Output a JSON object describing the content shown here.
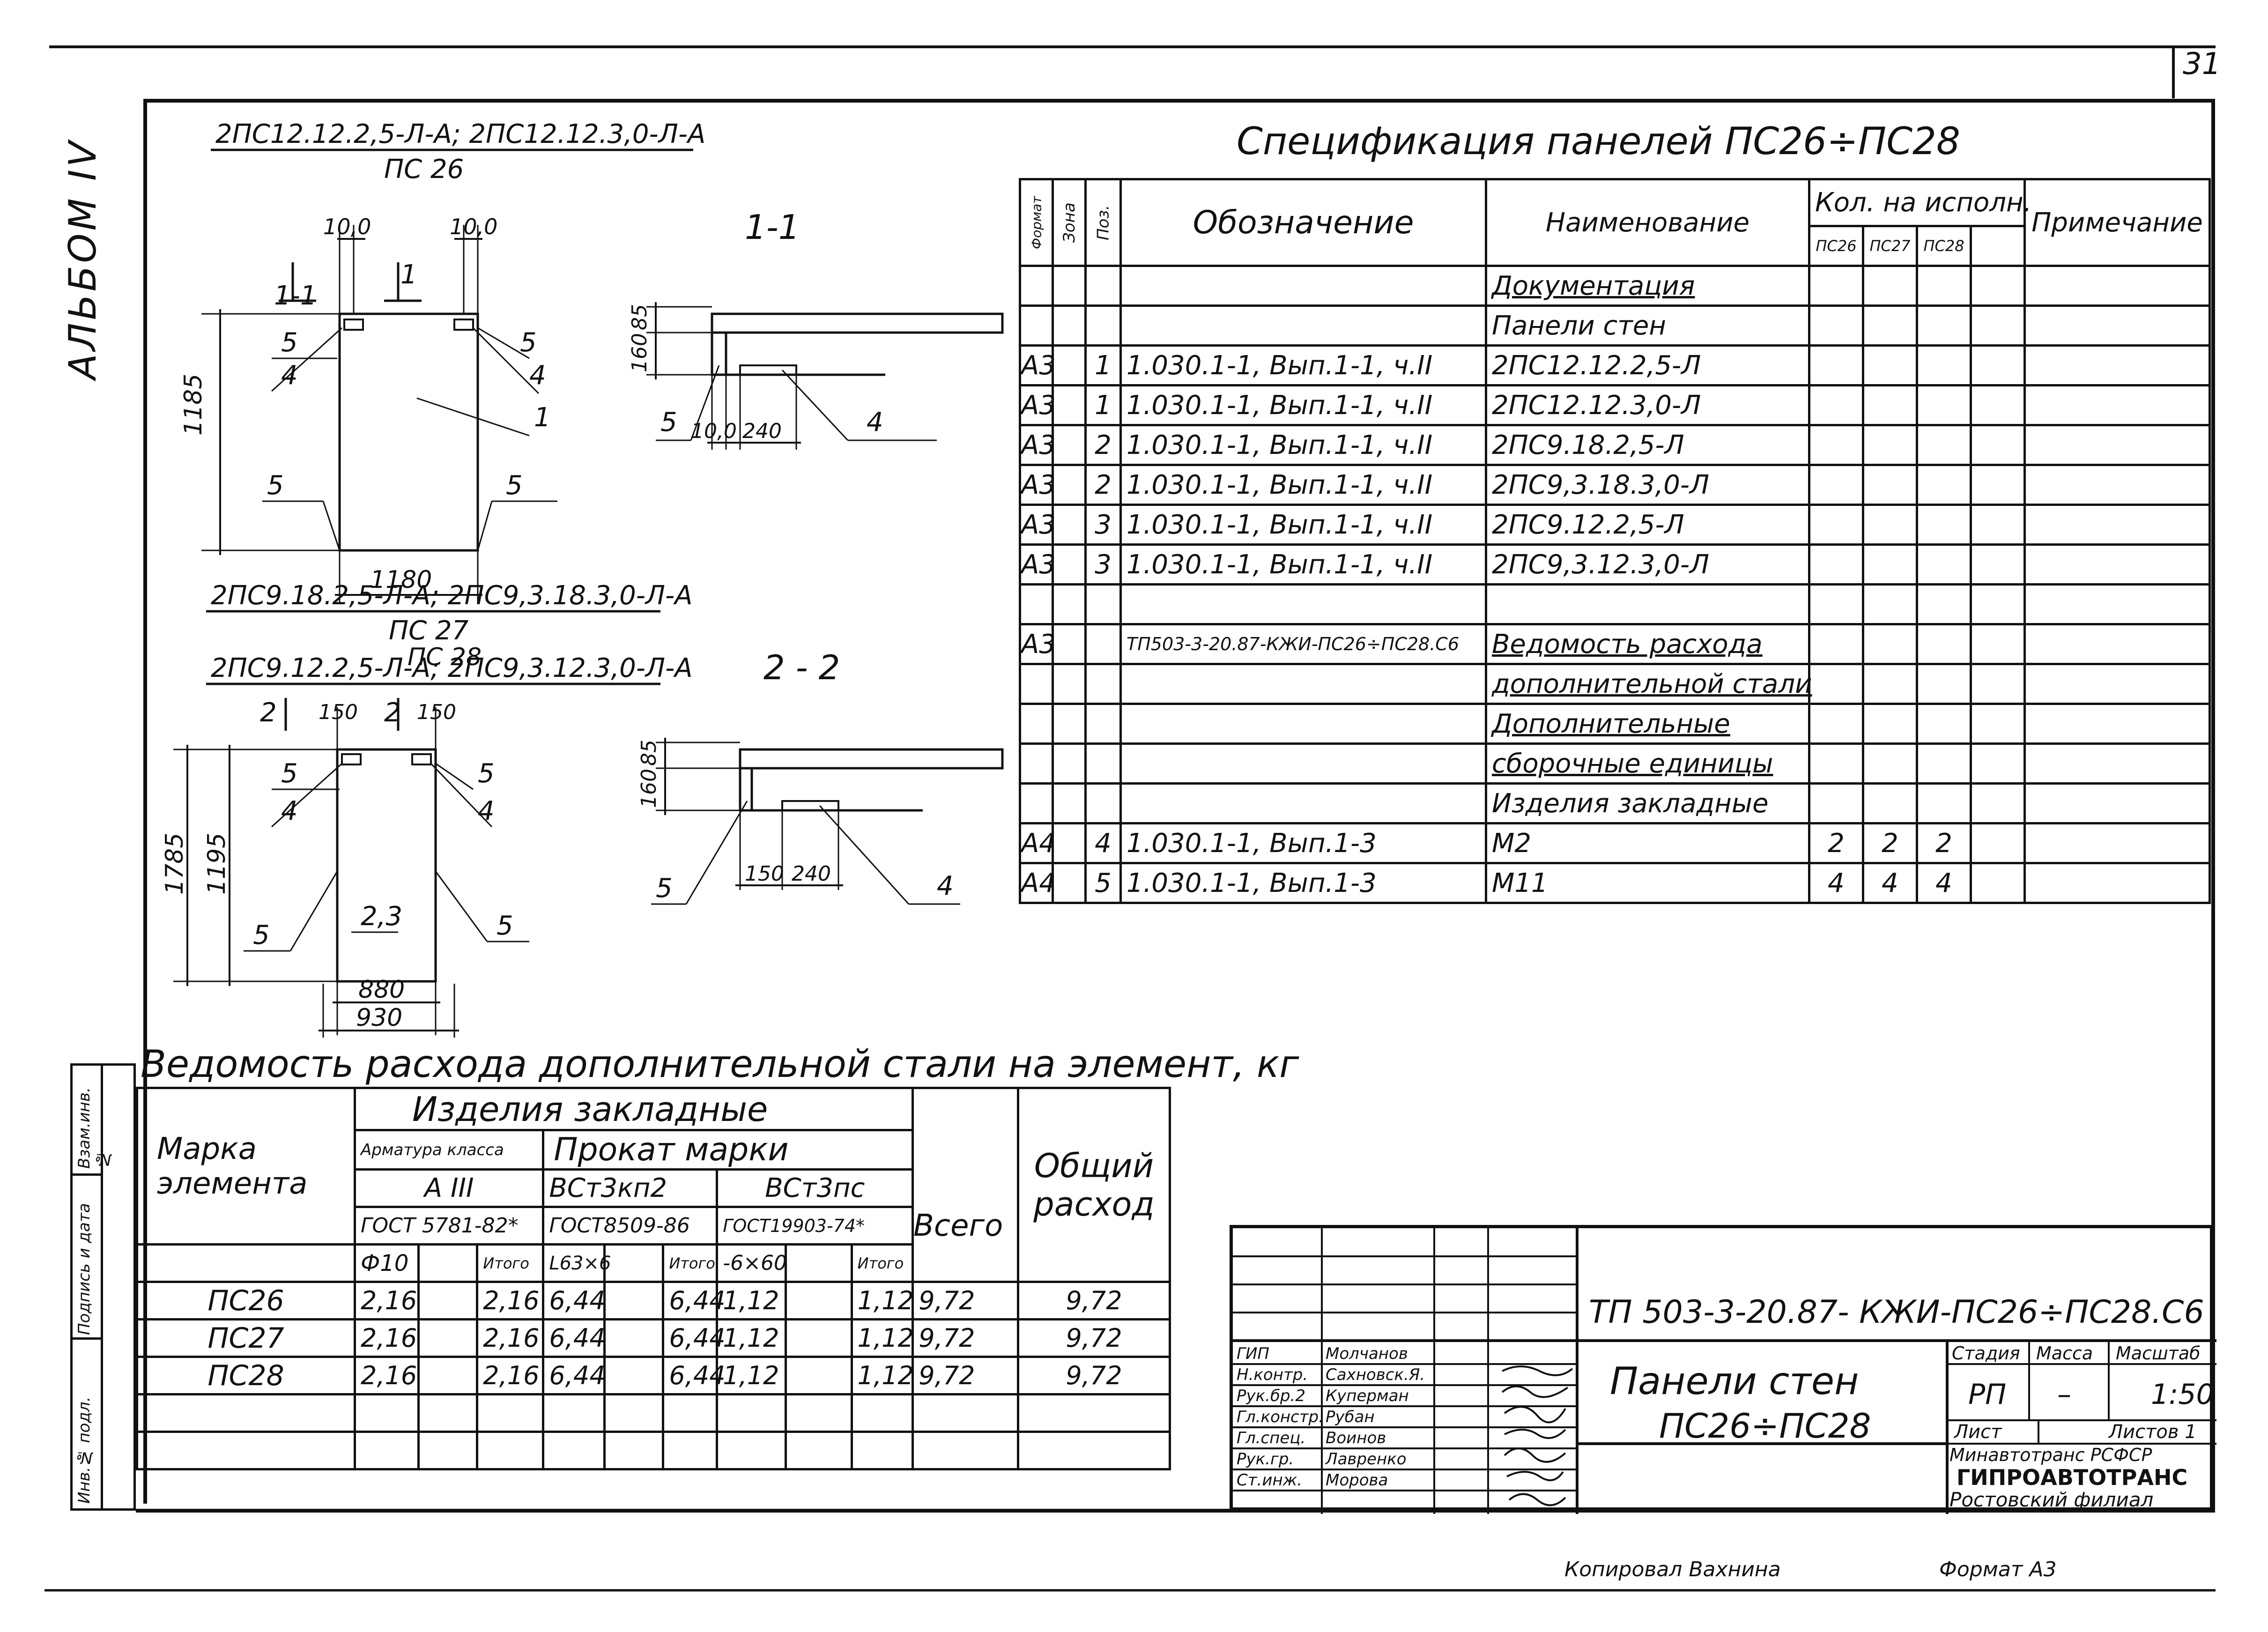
{
  "sheet": {
    "page_number": "31",
    "album_label": "АЛЬБОМ IV",
    "format_signature": "Копировал Вахнина",
    "format_label": "Формат А3"
  },
  "side_stamp": [
    "Инв.№ подл.",
    "Подпись и дата",
    "Взам.инв.№"
  ],
  "drawing1": {
    "marks_line": "2ПС12.12.2,5-Л-А; 2ПС12.12.3,0-Л-А",
    "mark": "ПС 26",
    "dim_left": "10,0",
    "dim_right": "10,0",
    "height": "1185",
    "width": "1180",
    "pos1": "1",
    "pos4": "4",
    "pos5": "5"
  },
  "section1": {
    "title": "1-1",
    "dim_85": "85",
    "dim_160": "160",
    "dim_10": "10,0",
    "dim_240": "240",
    "pos4": "4",
    "pos5": "5"
  },
  "drawing2": {
    "marks_line1": "2ПС9.18.2,5-Л-А; 2ПС9,3.18.3,0-Л-А",
    "mark1": "ПС 27",
    "marks_line2": "2ПС9.12.2,5-Л-А; 2ПС9,3.12.3,0-Л-А",
    "mark2": "ПС 28",
    "dim_150_left": "150",
    "dim_150_right": "150",
    "height_outer": "1785",
    "height_inner": "1195",
    "pos23": "2,3",
    "width_inner": "880",
    "width_outer": "930",
    "cut": "2",
    "pos4": "4",
    "pos5": "5"
  },
  "section2": {
    "title": "2 - 2",
    "dim_85": "85",
    "dim_160": "160",
    "dim_150": "150",
    "dim_240": "240",
    "pos4": "4",
    "pos5": "5"
  },
  "spec": {
    "title": "Спецификация  панелей  ПС26÷ПС28",
    "headers": {
      "format": "Формат",
      "zone": "Зона",
      "pos": "Поз.",
      "designation": "Обозначение",
      "name": "Наименование",
      "qty": "Кол. на исполн.",
      "q1": "ПС26",
      "q2": "ПС27",
      "q3": "ПС28",
      "note": "Примечание"
    },
    "rows": [
      {
        "fmt": "",
        "zone": "",
        "pos": "",
        "des": "",
        "name": "Документация",
        "q1": "",
        "q2": "",
        "q3": "",
        "x": [
          0,
          0,
          0
        ],
        "u": true
      },
      {
        "fmt": "",
        "zone": "",
        "pos": "",
        "des": "",
        "name": "Панели стен",
        "q1": "",
        "q2": "",
        "q3": "",
        "x": [
          0,
          0,
          0
        ],
        "u": false
      },
      {
        "fmt": "А3",
        "zone": "",
        "pos": "1",
        "des": "1.030.1-1, Вып.1-1, ч.II",
        "name": "2ПС12.12.2,5-Л",
        "q1": "",
        "q2": "",
        "q3": "",
        "x": [
          1,
          0,
          0
        ],
        "u": false
      },
      {
        "fmt": "А3",
        "zone": "",
        "pos": "1",
        "des": "1.030.1-1, Вып.1-1, ч.II",
        "name": "2ПС12.12.3,0-Л",
        "q1": "",
        "q2": "",
        "q3": "",
        "x": [
          1,
          0,
          0
        ],
        "u": false
      },
      {
        "fmt": "А3",
        "zone": "",
        "pos": "2",
        "des": "1.030.1-1, Вып.1-1, ч.II",
        "name": "2ПС9.18.2,5-Л",
        "q1": "",
        "q2": "",
        "q3": "",
        "x": [
          0,
          1,
          0
        ],
        "u": false
      },
      {
        "fmt": "А3",
        "zone": "",
        "pos": "2",
        "des": "1.030.1-1, Вып.1-1, ч.II",
        "name": "2ПС9,3.18.3,0-Л",
        "q1": "",
        "q2": "",
        "q3": "",
        "x": [
          0,
          1,
          0
        ],
        "u": false
      },
      {
        "fmt": "А3",
        "zone": "",
        "pos": "3",
        "des": "1.030.1-1, Вып.1-1, ч.II",
        "name": "2ПС9.12.2,5-Л",
        "q1": "",
        "q2": "",
        "q3": "",
        "x": [
          0,
          0,
          1
        ],
        "u": false
      },
      {
        "fmt": "А3",
        "zone": "",
        "pos": "3",
        "des": "1.030.1-1, Вып.1-1, ч.II",
        "name": "2ПС9,3.12.3,0-Л",
        "q1": "",
        "q2": "",
        "q3": "",
        "x": [
          0,
          0,
          1
        ],
        "u": false
      },
      {
        "fmt": "",
        "zone": "",
        "pos": "",
        "des": "",
        "name": "",
        "q1": "",
        "q2": "",
        "q3": "",
        "x": [
          0,
          0,
          0
        ],
        "u": false
      },
      {
        "fmt": "А3",
        "zone": "",
        "pos": "",
        "des": "ТП503-3-20.87-КЖИ-ПС26÷ПС28.С6",
        "name": "Ведомость расхода",
        "q1": "",
        "q2": "",
        "q3": "",
        "x": [
          0,
          0,
          0
        ],
        "u": true
      },
      {
        "fmt": "",
        "zone": "",
        "pos": "",
        "des": "",
        "name": "дополнительной стали",
        "q1": "",
        "q2": "",
        "q3": "",
        "x": [
          1,
          1,
          1
        ],
        "u": true
      },
      {
        "fmt": "",
        "zone": "",
        "pos": "",
        "des": "",
        "name": "Дополнительные",
        "q1": "",
        "q2": "",
        "q3": "",
        "x": [
          0,
          0,
          0
        ],
        "u": true
      },
      {
        "fmt": "",
        "zone": "",
        "pos": "",
        "des": "",
        "name": "сборочные единицы",
        "q1": "",
        "q2": "",
        "q3": "",
        "x": [
          0,
          0,
          0
        ],
        "u": true
      },
      {
        "fmt": "",
        "zone": "",
        "pos": "",
        "des": "",
        "name": "Изделия закладные",
        "q1": "",
        "q2": "",
        "q3": "",
        "x": [
          0,
          0,
          0
        ],
        "u": false
      },
      {
        "fmt": "А4",
        "zone": "",
        "pos": "4",
        "des": "1.030.1-1, Вып.1-3",
        "name": "М2",
        "q1": "2",
        "q2": "2",
        "q3": "2",
        "x": [
          0,
          0,
          0
        ],
        "u": false
      },
      {
        "fmt": "А4",
        "zone": "",
        "pos": "5",
        "des": "1.030.1-1, Вып.1-3",
        "name": "М11",
        "q1": "4",
        "q2": "4",
        "q3": "4",
        "x": [
          0,
          0,
          0
        ],
        "u": false
      }
    ]
  },
  "steel": {
    "title": "Ведомость расхода дополнительной стали на элемент, кг",
    "h_mark": "Марка элемента",
    "h_items": "Изделия  закладные",
    "h_armature": "Арматура класса",
    "h_a3": "А III",
    "h_gost1": "ГОСТ 5781-82*",
    "h_d10": "Ф10",
    "h_total1": "Итого",
    "h_prokat": "Прокат  марки",
    "h_vst3kp2": "ВСт3кп2",
    "h_gost2": "ГОСТ8509-86",
    "h_l63": "L63×6",
    "h_total2": "Итого",
    "h_vst3ps": "ВСт3пс",
    "h_gost3": "ГОСТ19903-74*",
    "h_6x60": "-6×60",
    "h_total3": "Итого",
    "h_all": "Всего",
    "h_common": "Общий расход",
    "rows": [
      {
        "mark": "ПС26",
        "v": [
          "2,16",
          "",
          "2,16",
          "6,44",
          "",
          "6,44",
          "1,12",
          "",
          "1,12",
          "9,72",
          "9,72"
        ]
      },
      {
        "mark": "ПС27",
        "v": [
          "2,16",
          "",
          "2,16",
          "6,44",
          "",
          "6,44",
          "1,12",
          "",
          "1,12",
          "9,72",
          "9,72"
        ]
      },
      {
        "mark": "ПС28",
        "v": [
          "2,16",
          "",
          "2,16",
          "6,44",
          "",
          "6,44",
          "1,12",
          "",
          "1,12",
          "9,72",
          "9,72"
        ]
      }
    ]
  },
  "stamp": {
    "code": "ТП 503-3-20.87-  КЖИ-ПС26÷ПС28.С6",
    "title1": "Панели  стен",
    "title2": "ПС26÷ПС28",
    "stage_h": "Стадия",
    "mass_h": "Масса",
    "scale_h": "Масштаб",
    "stage": "РП",
    "mass": "–",
    "scale": "1:50",
    "sheet_h": "Лист",
    "sheets_h": "Листов 1",
    "org1": "Минавтотранс РСФСР",
    "org2": "ГИПРОАВТОТРАНС",
    "org3": "Ростовский филиал",
    "people": [
      {
        "role": "ГИП",
        "name": "Молчанов"
      },
      {
        "role": "Н.контр.",
        "name": "Сахновск.Я."
      },
      {
        "role": "Рук.бр.2",
        "name": "Куперман"
      },
      {
        "role": "Гл.констр.",
        "name": "Рубан"
      },
      {
        "role": "Гл.спец.",
        "name": "Воинов"
      },
      {
        "role": "Рук.гр.",
        "name": "Лавренко"
      },
      {
        "role": "Ст.инж.",
        "name": "Морова"
      }
    ]
  }
}
